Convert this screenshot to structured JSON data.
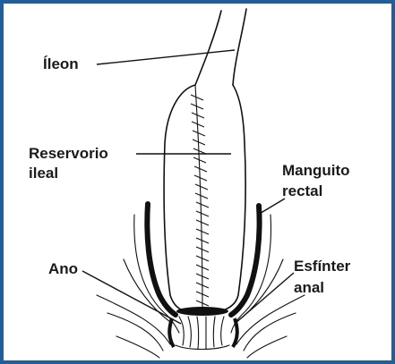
{
  "labels": {
    "ileon": "Íleon",
    "reservorio_1": "Reservorio",
    "reservorio_2": "ileal",
    "manguito_1": "Manguito",
    "manguito_2": "rectal",
    "ano": "Ano",
    "esfinter_1": "Esfínter",
    "esfinter_2": "anal"
  },
  "colors": {
    "frame_border": "#1f5f9e",
    "ink": "#111111"
  }
}
